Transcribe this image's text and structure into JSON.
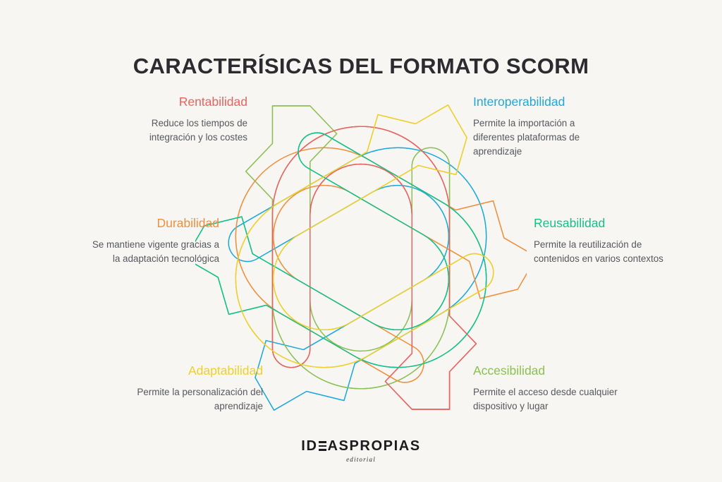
{
  "page": {
    "background_color": "#F7F6F3",
    "title": "CARACTERÍSICAS DEL FORMATO SCORM",
    "title_color": "#2B2B30"
  },
  "features": [
    {
      "key": "rentabilidad",
      "title": "Rentabilidad",
      "description": "Reduce los tiempos de integración y los costes",
      "color": "#E8635E",
      "side": "left",
      "position": "top-left"
    },
    {
      "key": "durabilidad",
      "title": "Durabilidad",
      "description": "Se mantiene vigente gracias a la adaptación tecnológica",
      "color": "#EF8F3C",
      "side": "left",
      "position": "middle-left"
    },
    {
      "key": "adaptabilidad",
      "title": "Adaptabilidad",
      "description": "Permite la personalización del aprendizaje",
      "color": "#EDD02E",
      "side": "left",
      "position": "bottom-left"
    },
    {
      "key": "interoperabilidad",
      "title": "Interoperabilidad",
      "description": "Permite la importación a diferentes plataformas de aprendizaje",
      "color": "#1BA9DC",
      "side": "right",
      "position": "top-right"
    },
    {
      "key": "reusabilidad",
      "title": "Reusabilidad",
      "description": "Permite la reutilización de contenidos en varios contextos",
      "color": "#14C08A",
      "side": "right",
      "position": "middle-right"
    },
    {
      "key": "accesibilidad",
      "title": "Accesibilidad",
      "description": "Permite el acceso desde cualquier dispositivo y lugar",
      "color": "#8BC053",
      "side": "right",
      "position": "bottom-right"
    }
  ],
  "diagram": {
    "type": "interlocking-knot",
    "petal_count": 6,
    "stroke_width": 1.6,
    "fill": "none",
    "description": "Six interlocking hook-shaped outlines arranged radially, each matching one feature color, woven over and under one another.",
    "petal_colors": [
      "#E8635E",
      "#1BA9DC",
      "#14C08A",
      "#8BC053",
      "#EDD02E",
      "#EF8F3C"
    ],
    "petal_rotations_deg": [
      0,
      60,
      120,
      180,
      240,
      300
    ]
  },
  "logo": {
    "name_part1": "ID",
    "name_letter_e": "E",
    "name_part2": "ASPROPIAS",
    "subtitle": "editorial",
    "color": "#1C1C1E"
  }
}
